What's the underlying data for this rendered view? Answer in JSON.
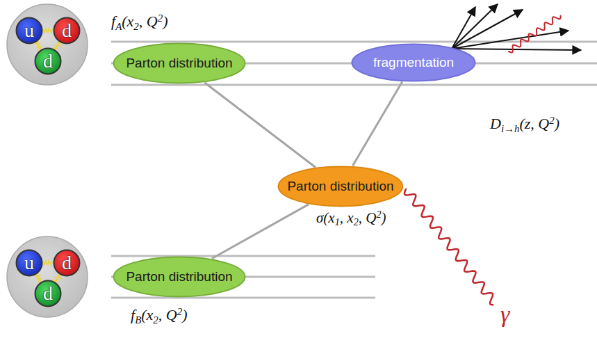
{
  "diagram": {
    "nodes": [
      {
        "text": [
          "u"
        ]
      },
      {
        "text": [
          "d"
        ]
      },
      {
        "text": [
          "d"
        ]
      },
      {
        "text": [
          "Parton distribution"
        ]
      },
      {
        "text": [
          "fragmentation"
        ]
      },
      {
        "text": [
          "Parton distribution"
        ]
      },
      {
        "text": [
          "u"
        ]
      },
      {
        "text": [
          "d"
        ]
      },
      {
        "text": [
          "d"
        ]
      },
      {
        "text": [
          "Parton distribution"
        ]
      }
    ],
    "edges": [
      {
        "from": 3,
        "to": 5,
        "arrow": "none"
      },
      {
        "from": 5,
        "to": 4,
        "arrow": "none"
      },
      {
        "from": 9,
        "to": 5,
        "arrow": "none"
      }
    ],
    "labels": [
      "fA(x2, Q2)",
      "Di→h(z, Q2)",
      "σ(x1, x2, Q2)",
      "fB(x2, Q2)",
      "γ"
    ]
  }
}
